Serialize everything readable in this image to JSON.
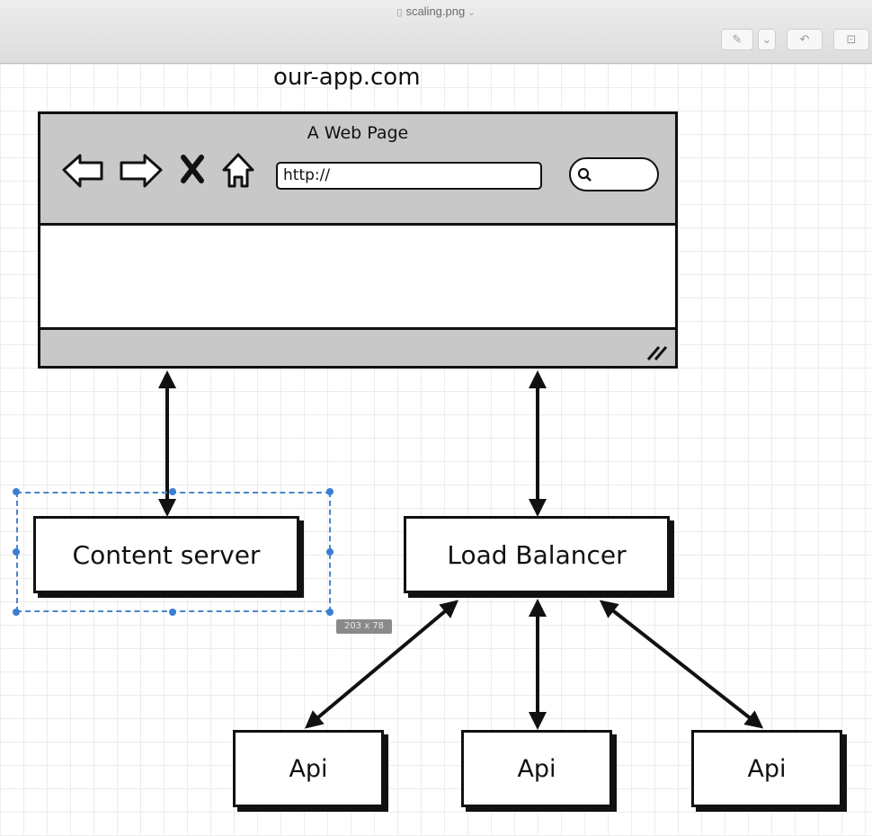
{
  "window": {
    "title": "scaling.png"
  },
  "toolbar": {
    "buttons": [
      {
        "icon": "pencil-icon",
        "glyph": "✎"
      },
      {
        "icon": "chevron-down-icon",
        "glyph": "⌄"
      },
      {
        "icon": "rotate-icon",
        "glyph": "↶"
      },
      {
        "icon": "toolbox-icon",
        "glyph": "⊡"
      }
    ]
  },
  "diagram": {
    "site_label": "our-app.com",
    "browser": {
      "page_title": "A Web Page",
      "url_text": "http://",
      "nav_icons": [
        "back-arrow-icon",
        "forward-arrow-icon",
        "close-x-icon",
        "home-icon"
      ]
    },
    "content_server": "Content server",
    "load_balancer": "Load Balancer",
    "apis": [
      "Api",
      "Api",
      "Api"
    ],
    "selection_size": "203 x 78"
  },
  "colors": {
    "stroke": "#111111",
    "browser_fill": "#c8c8c8",
    "selection": "#4a86c8"
  }
}
